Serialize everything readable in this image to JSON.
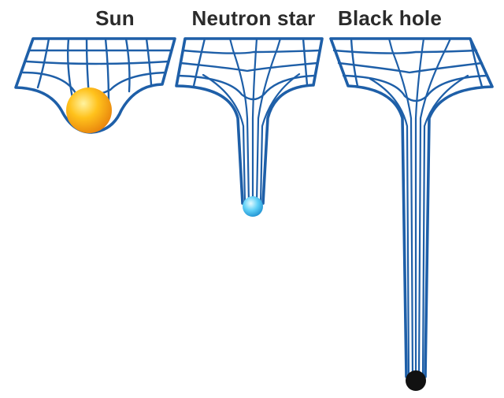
{
  "panels": [
    {
      "label": "Sun",
      "object_color": "#f5a623"
    },
    {
      "label": "Neutron star",
      "object_color": "#35b6ee"
    },
    {
      "label": "Black hole",
      "object_color": "#111111"
    }
  ],
  "colors": {
    "grid_stroke": "#1e5fa8",
    "grid_fill": "#ffffff",
    "background": "#ffffff"
  }
}
